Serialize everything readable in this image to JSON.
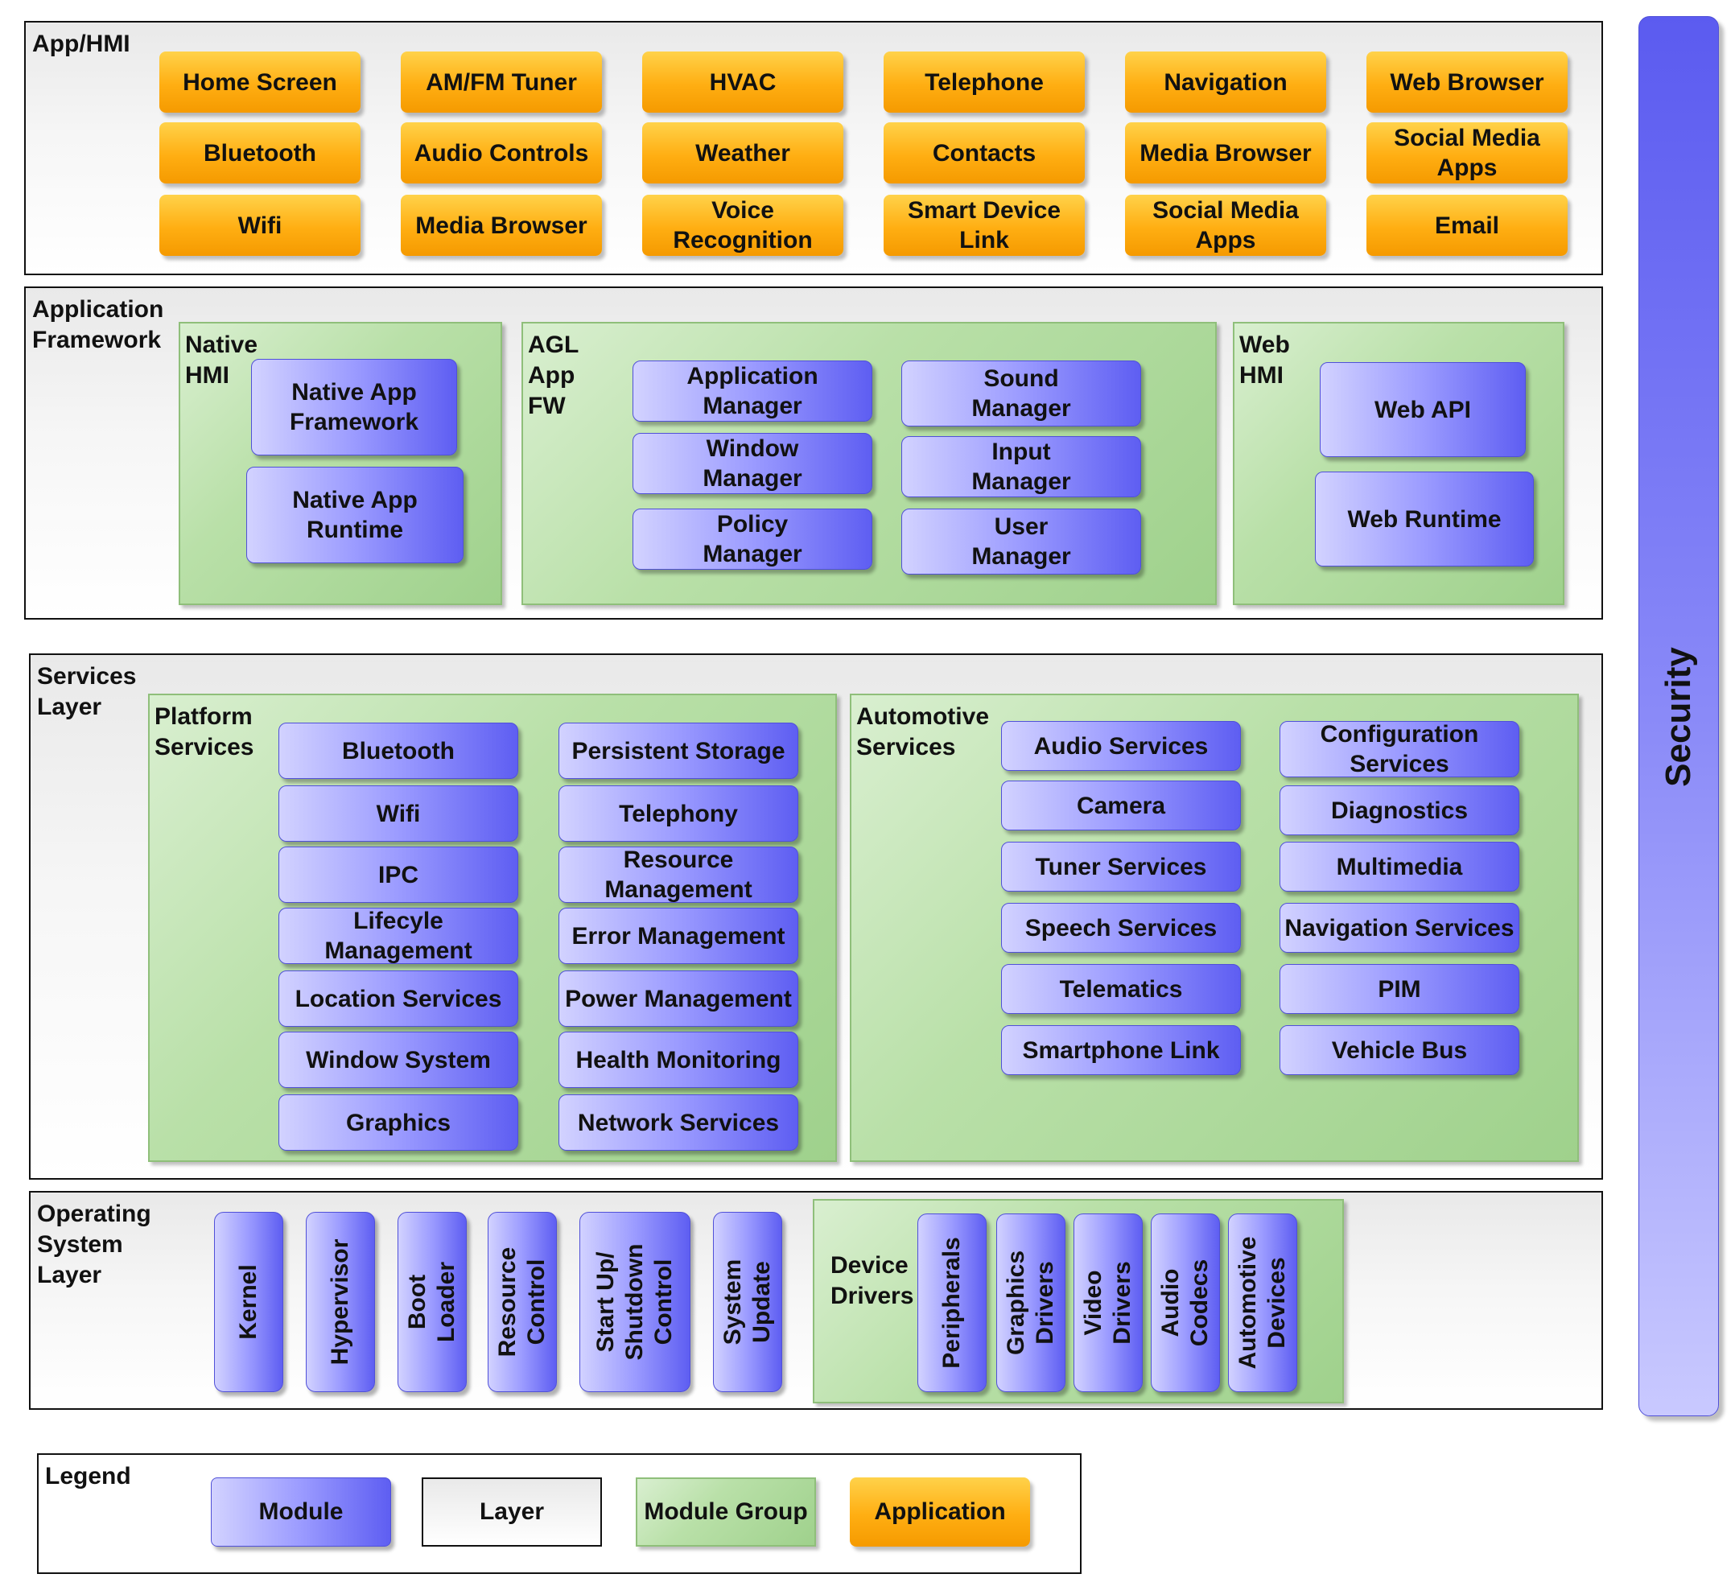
{
  "app_hmi": {
    "title": "App/HMI",
    "apps": [
      "Home Screen",
      "AM/FM Tuner",
      "HVAC",
      "Telephone",
      "Navigation",
      "Web Browser",
      "Bluetooth",
      "Audio Controls",
      "Weather",
      "Contacts",
      "Media Browser",
      "Social Media\nApps",
      "Wifi",
      "Media Browser",
      "Voice\nRecognition",
      "Smart Device\nLink",
      "Social Media\nApps",
      "Email"
    ]
  },
  "app_framework": {
    "title": "Application\nFramework",
    "native_hmi": {
      "title": "Native\nHMI",
      "modules": [
        "Native App\nFramework",
        "Native App\nRuntime"
      ]
    },
    "agl_app_fw": {
      "title": "AGL\nApp\nFW",
      "modules": [
        "Application\nManager",
        "Sound\nManager",
        "Window\nManager",
        "Input\nManager",
        "Policy\nManager",
        "User\nManager"
      ]
    },
    "web_hmi": {
      "title": "Web\nHMI",
      "modules": [
        "Web API",
        "Web Runtime"
      ]
    }
  },
  "services": {
    "title": "Services\nLayer",
    "platform": {
      "title": "Platform\nServices",
      "modules": [
        "Bluetooth",
        "Persistent Storage",
        "Wifi",
        "Telephony",
        "IPC",
        "Resource\nManagement",
        "Lifecyle\nManagement",
        "Error Management",
        "Location Services",
        "Power Management",
        "Window System",
        "Health Monitoring",
        "Graphics",
        "Network Services"
      ]
    },
    "automotive": {
      "title": "Automotive\nServices",
      "modules": [
        "Audio Services",
        "Configuration\nServices",
        "Camera",
        "Diagnostics",
        "Tuner Services",
        "Multimedia",
        "Speech Services",
        "Navigation Services",
        "Telematics",
        "PIM",
        "Smartphone Link",
        "Vehicle Bus"
      ]
    }
  },
  "os": {
    "title": "Operating\nSystem\nLayer",
    "modules": [
      "Kernel",
      "Hypervisor",
      "Boot Loader",
      "Resource\nControl",
      "Start Up/\nShutdown\nControl",
      "System\nUpdate"
    ],
    "device_drivers": {
      "title": "Device\nDrivers",
      "modules": [
        "Peripherals",
        "Graphics\nDrivers",
        "Video Drivers",
        "Audio Codecs",
        "Automotive\nDevices"
      ]
    }
  },
  "security": "Security",
  "legend": {
    "title": "Legend",
    "items": [
      "Module",
      "Layer",
      "Module Group",
      "Application"
    ]
  },
  "colors": {
    "module": "#8a8af8",
    "application": "#ffae12",
    "group": "#b9e0a8",
    "layer": "#f0f0f0"
  }
}
